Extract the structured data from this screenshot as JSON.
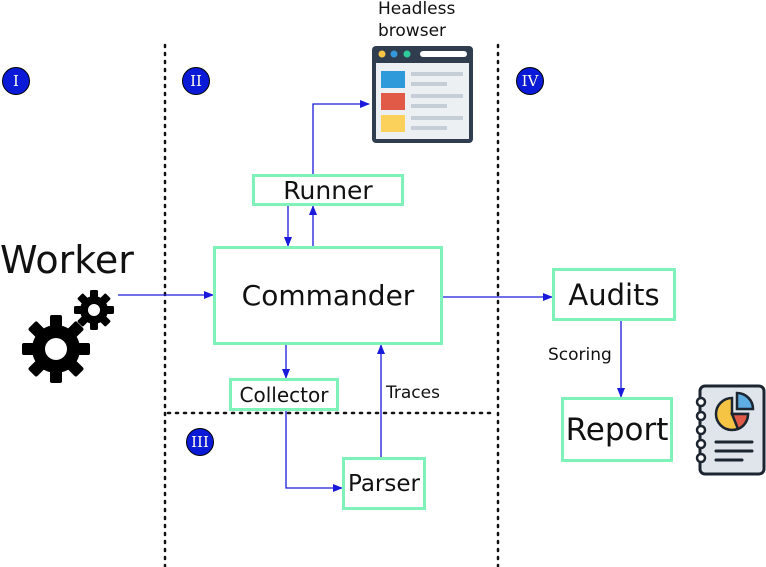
{
  "zones": {
    "zone1": "I",
    "zone2": "II",
    "zone3": "III",
    "zone4": "IV"
  },
  "nodes": {
    "worker": "Worker",
    "runner": "Runner",
    "commander": "Commander",
    "collector": "Collector",
    "parser": "Parser",
    "audits": "Audits",
    "report": "Report",
    "headless_browser": "Headless\nbrowser"
  },
  "edge_labels": {
    "traces": "Traces",
    "scoring": "Scoring"
  },
  "colors": {
    "box_border": "#7ef2b9",
    "arrow": "#1a1adb",
    "badge": "#0b1ad6"
  },
  "icons": [
    "gears-icon",
    "browser-window-icon",
    "report-notebook-icon"
  ]
}
